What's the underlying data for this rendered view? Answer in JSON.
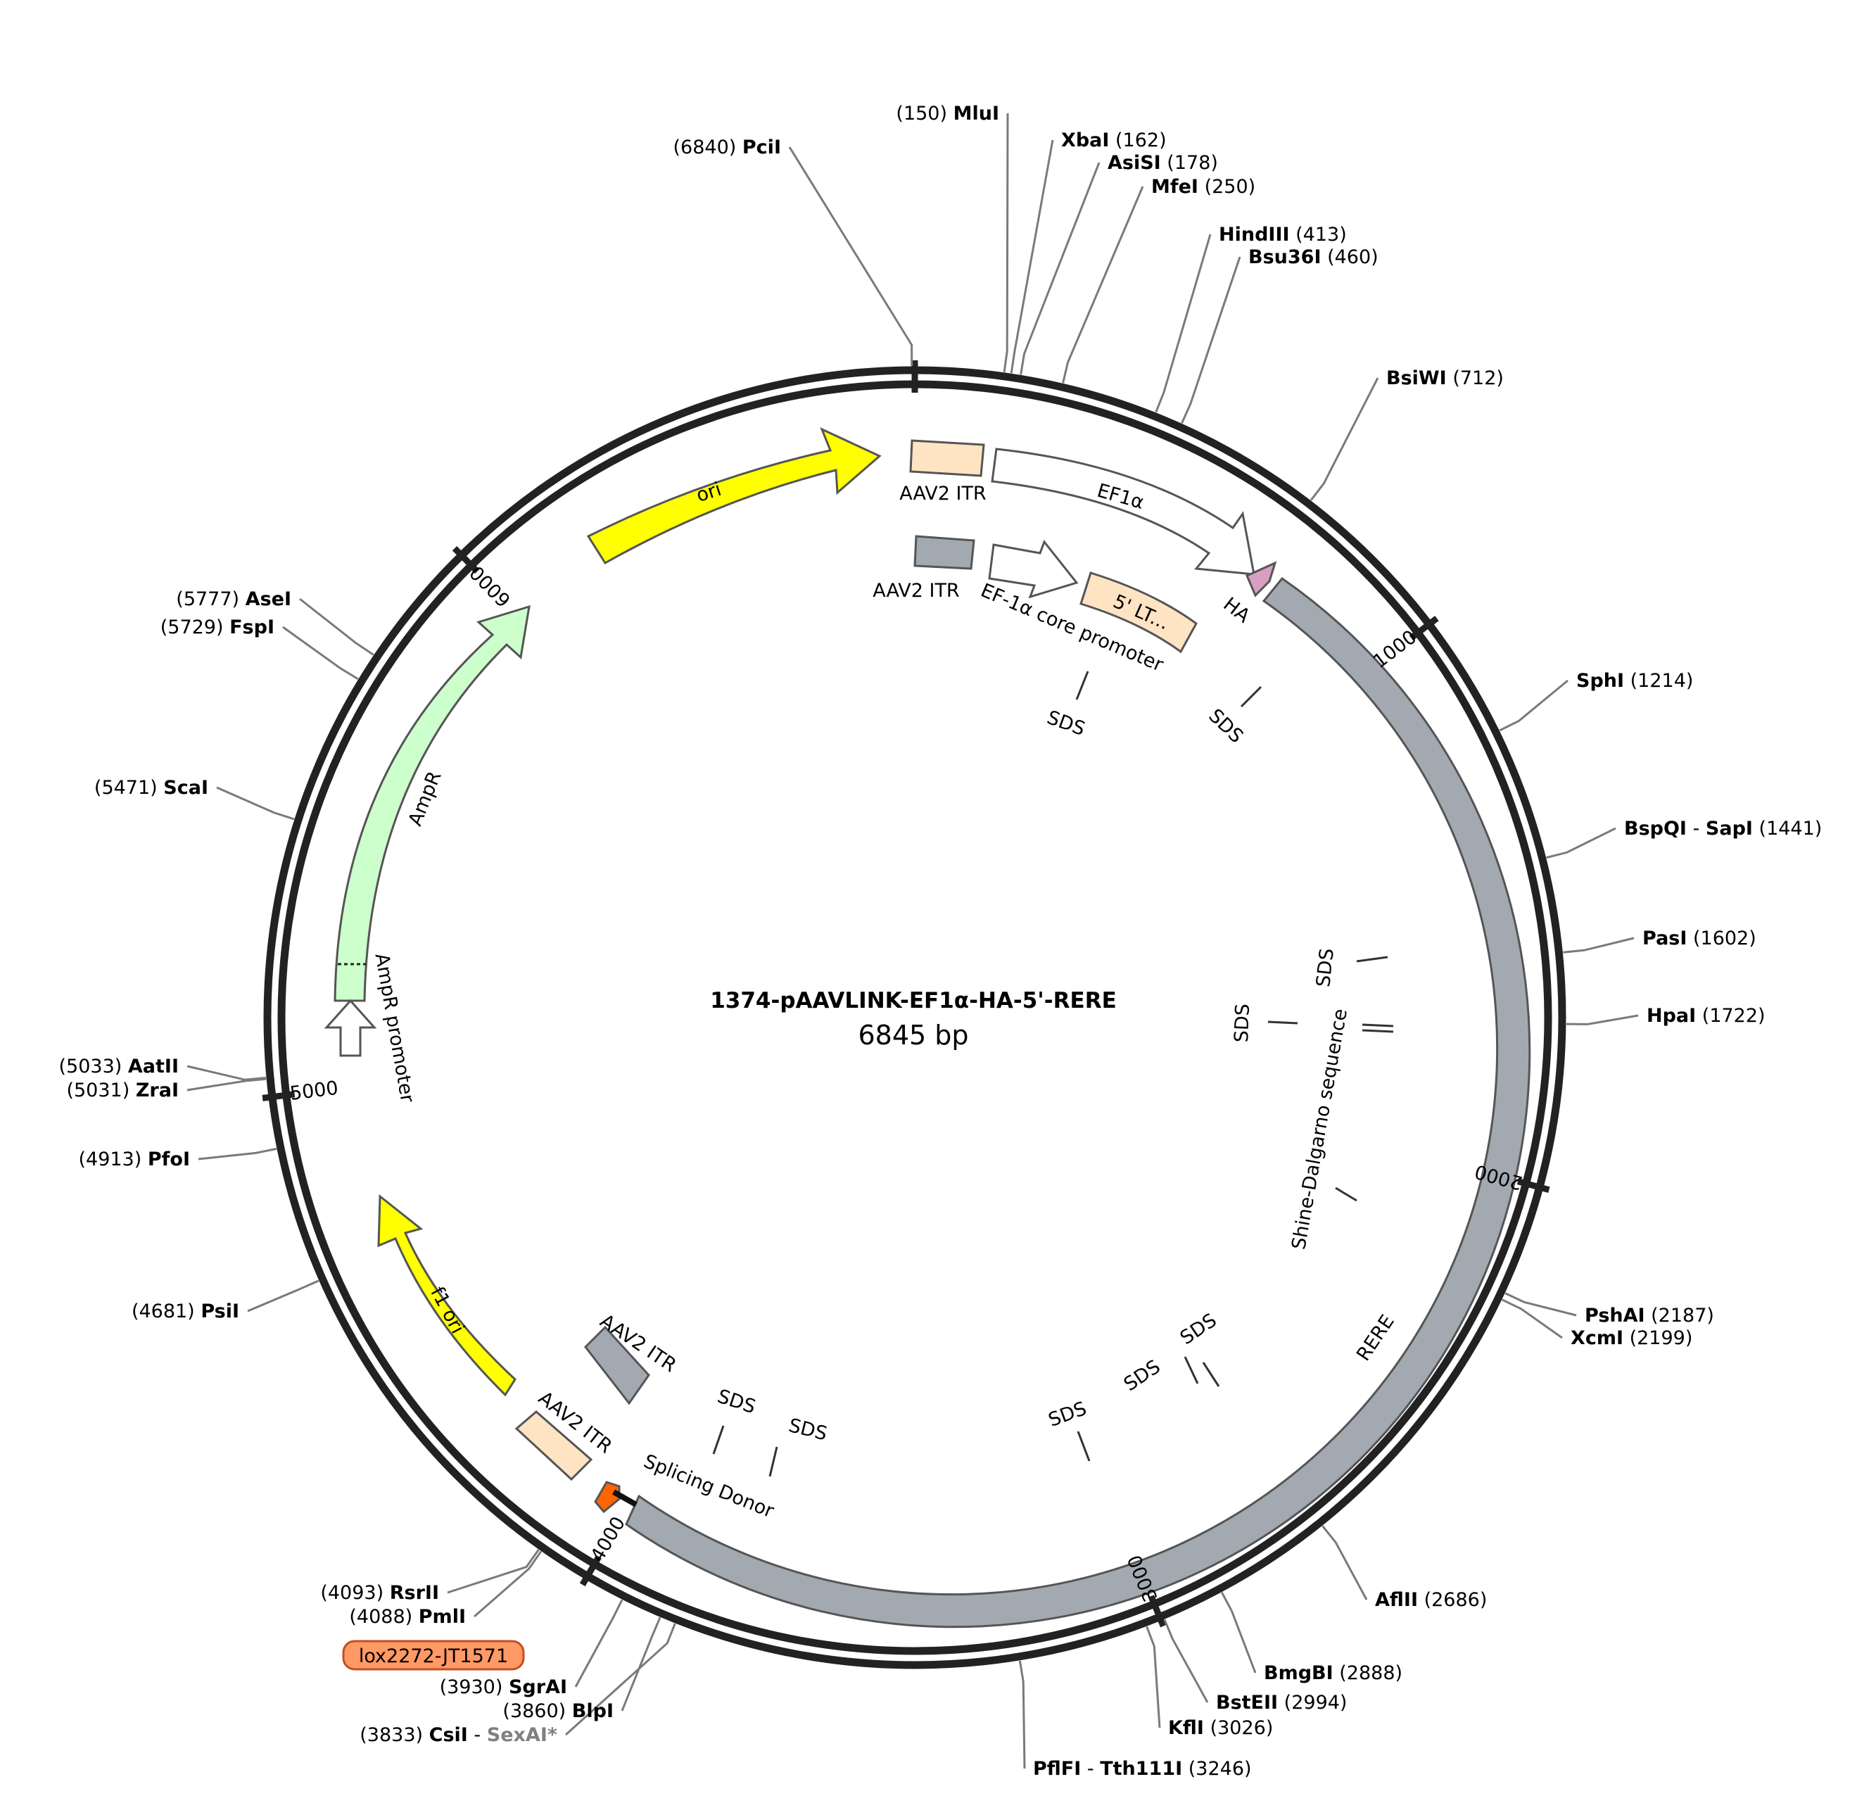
{
  "plasmid": {
    "name": "1374-pAAVLINK-EF1α-HA-5'-RERE",
    "size_label": "6845 bp",
    "length": 6845
  },
  "ticks": [
    {
      "pos": 0,
      "label": ""
    },
    {
      "pos": 1000,
      "label": "1000"
    },
    {
      "pos": 2000,
      "label": "2000"
    },
    {
      "pos": 3000,
      "label": "3000"
    },
    {
      "pos": 4000,
      "label": "4000"
    },
    {
      "pos": 5000,
      "label": "5000"
    },
    {
      "pos": 6000,
      "label": "6000"
    }
  ],
  "sites": [
    {
      "name": "PciI",
      "pos": 6840
    },
    {
      "name": "MluI",
      "pos": 150
    },
    {
      "name": "XbaI",
      "pos": 162
    },
    {
      "name": "AsiSI",
      "pos": 178
    },
    {
      "name": "MfeI",
      "pos": 250
    },
    {
      "name": "HindIII",
      "pos": 413
    },
    {
      "name": "Bsu36I",
      "pos": 460
    },
    {
      "name": "BsiWI",
      "pos": 712
    },
    {
      "name": "SphI",
      "pos": 1214
    },
    {
      "name": "BspQI",
      "name2": "SapI",
      "pos": 1441
    },
    {
      "name": "PasI",
      "pos": 1602
    },
    {
      "name": "HpaI",
      "pos": 1722
    },
    {
      "name": "PshAI",
      "pos": 2187
    },
    {
      "name": "XcmI",
      "pos": 2199
    },
    {
      "name": "AflII",
      "pos": 2686
    },
    {
      "name": "BmgBI",
      "pos": 2888
    },
    {
      "name": "BstEII",
      "pos": 2994
    },
    {
      "name": "KflI",
      "pos": 3026
    },
    {
      "name": "PflFI",
      "name2": "Tth111I",
      "pos": 3246
    },
    {
      "name": "CsiI",
      "name2": "SexAI*",
      "pos": 3833
    },
    {
      "name": "BlpI",
      "pos": 3860
    },
    {
      "name": "SgrAI",
      "pos": 3930
    },
    {
      "name": "PmlI",
      "pos": 4088
    },
    {
      "name": "RsrII",
      "pos": 4093
    },
    {
      "name": "PfoI",
      "pos": 4913
    },
    {
      "name": "ZraI",
      "pos": 5031
    },
    {
      "name": "AatII",
      "pos": 5033
    },
    {
      "name": "PsiI",
      "pos": 4681
    },
    {
      "name": "ScaI",
      "pos": 5471
    },
    {
      "name": "FspI",
      "pos": 5729
    },
    {
      "name": "AseI",
      "pos": 5777
    }
  ],
  "features": [
    {
      "label": "ori",
      "color": "#ffff00"
    },
    {
      "label": "AAV2 ITR",
      "color": "#ffe4c4"
    },
    {
      "label": "EF1α",
      "color": "#ffffff"
    },
    {
      "label": "AAV2 ITR",
      "color": "#a3a9b0"
    },
    {
      "label": "EF-1α core promoter",
      "color": "#ffffff"
    },
    {
      "label": "5' LT...",
      "color": "#ffe4c4"
    },
    {
      "label": "HA",
      "color": "#d8a0c0"
    },
    {
      "label": "RERE",
      "color": "#a3a9b0"
    },
    {
      "label": "Shine-Dalgarno sequence",
      "color": "#ffffff"
    },
    {
      "label": "AmpR",
      "color": "#ccffcc"
    },
    {
      "label": "AmpR promoter",
      "color": "#ffffff"
    },
    {
      "label": "f1 ori",
      "color": "#ffff00"
    },
    {
      "label": "AAV2 ITR",
      "color": "#a3a9b0"
    },
    {
      "label": "AAV2 ITR",
      "color": "#ffe4c4"
    },
    {
      "label": "Splicing Donor",
      "color": "#ff6600"
    }
  ],
  "sds_label": "SDS",
  "primer": {
    "label": "lox2272-JT1571",
    "color": "#ff9966"
  }
}
